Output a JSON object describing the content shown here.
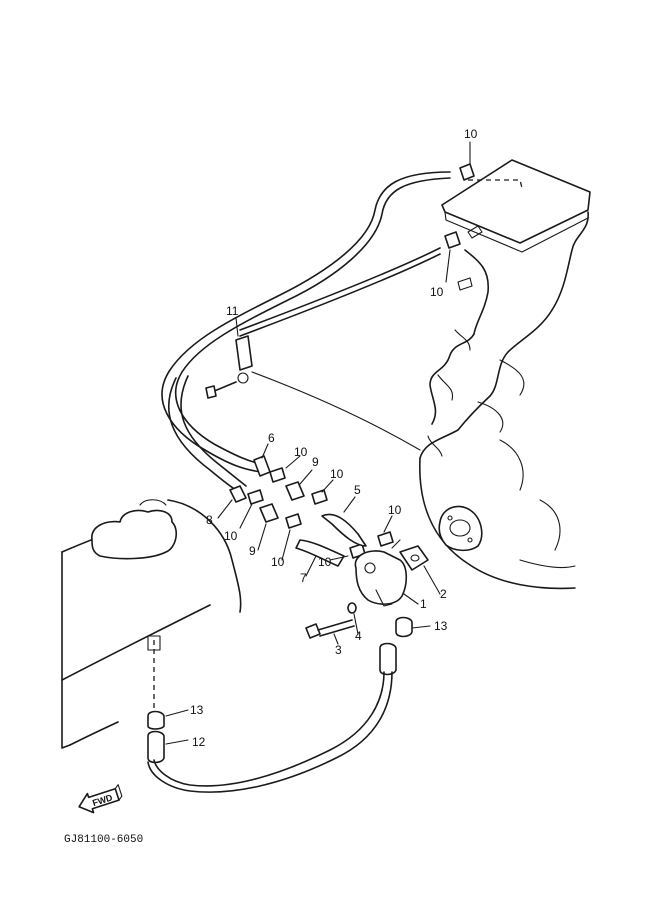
{
  "diagram": {
    "part_labels": {
      "l1": "1",
      "l2": "2",
      "l3": "3",
      "l4": "4",
      "l5": "5",
      "l6": "6",
      "l7": "7",
      "l8": "8",
      "l9a": "9",
      "l9b": "9",
      "l10a": "10",
      "l10b": "10",
      "l10c": "10",
      "l10d": "10",
      "l10e": "10",
      "l10f": "10",
      "l10g": "10",
      "l10h": "10",
      "l11": "11",
      "l12": "12",
      "l13a": "13",
      "l13b": "13"
    },
    "fwd_label": "FWD",
    "drawing_code": "GJ81100-6050"
  }
}
